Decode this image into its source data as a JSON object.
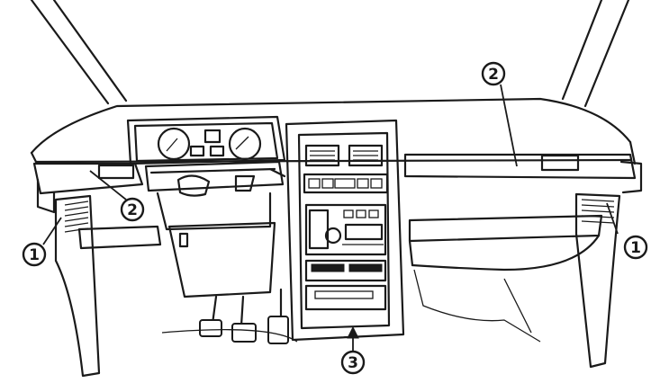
{
  "diagram": {
    "subject": "",
    "callouts": [
      {
        "id": "c1-left",
        "label": "1"
      },
      {
        "id": "c1-right",
        "label": "1"
      },
      {
        "id": "c2-left",
        "label": "2"
      },
      {
        "id": "c2-top",
        "label": "2"
      },
      {
        "id": "c3-bottom",
        "label": "3"
      }
    ],
    "colors": {
      "ink": "#1a1a1a",
      "paper": "#ffffff"
    }
  }
}
